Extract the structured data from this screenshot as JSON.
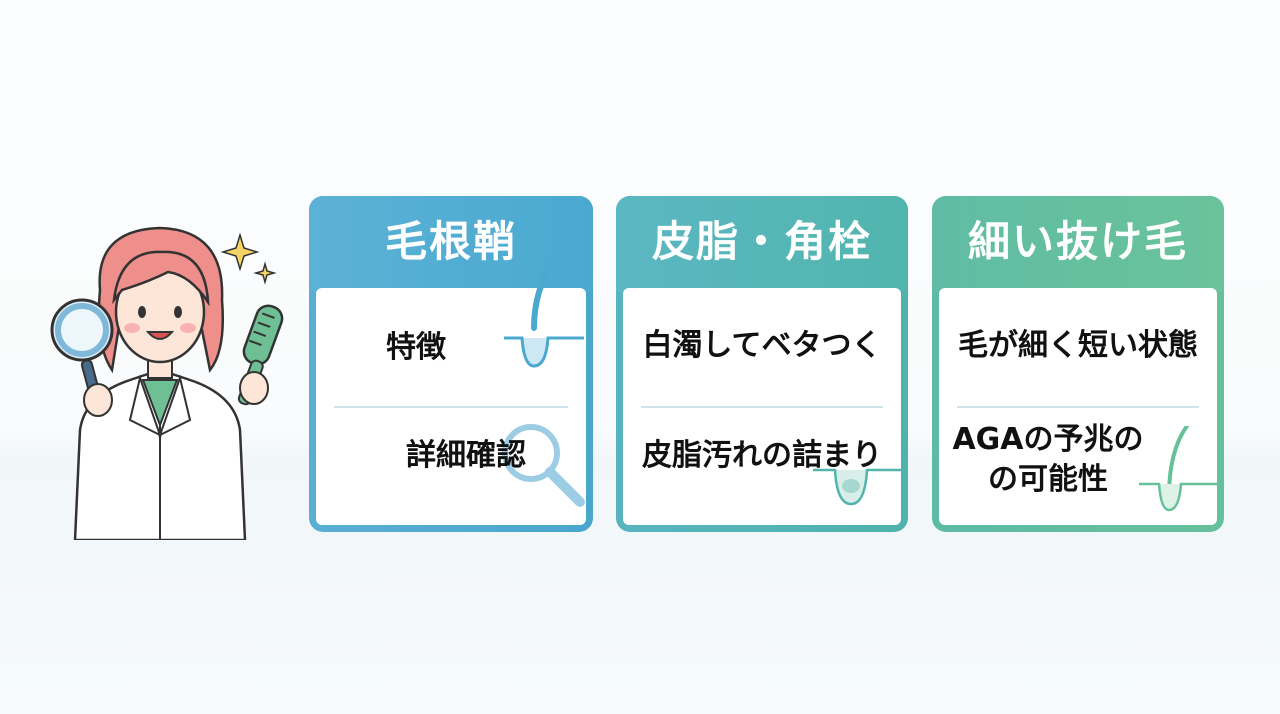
{
  "cards": [
    {
      "title": "毛根鞘",
      "items": [
        "特徴",
        "詳細確認"
      ],
      "color": "#4aa9cf"
    },
    {
      "title": "皮脂・角栓",
      "items": [
        "白濁してベタつく",
        "皮脂汚れの詰まり"
      ],
      "color": "#52b5ad"
    },
    {
      "title": "細い抜け毛",
      "items": [
        "毛が細く短い状態",
        "AGAの予兆の",
        "の可能性"
      ],
      "color": "#66c09a"
    }
  ],
  "icons": [
    "sparkle-icon",
    "magnifier-icon",
    "hair-brush-icon",
    "hair-follicle-icon"
  ]
}
